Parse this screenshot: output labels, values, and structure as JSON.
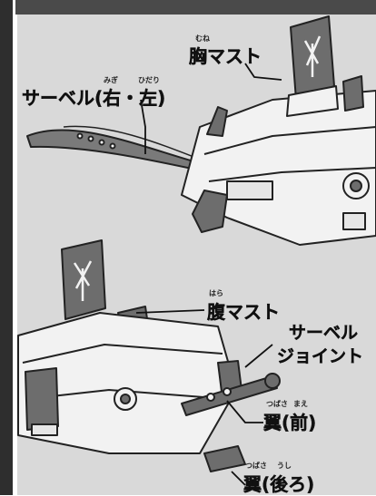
{
  "labels": {
    "chest_mast": "胸マスト",
    "chest_mast_ruby": "むね",
    "saber_lr": "サーベル(右・左)",
    "saber_ruby_right": "みぎ",
    "saber_ruby_left": "ひだり",
    "belly_mast": "腹マスト",
    "belly_mast_ruby": "はら",
    "saber_joint_line1": "サーベル",
    "saber_joint_line2": "ジョイント",
    "wing_front": "翼(前)",
    "wing_front_ruby_wing": "つばさ",
    "wing_front_ruby_front": "まえ",
    "wing_back": "翼(後ろ)",
    "wing_back_ruby_wing": "つばさ",
    "wing_back_ruby_back": "うし"
  },
  "colors": {
    "panel_bg": "#d9d9d9",
    "left_bar": "#2e2e2e",
    "top_bar": "#4a4a4a",
    "line": "#222222",
    "part_light": "#f2f2f2",
    "part_dark": "#6d6d6d"
  }
}
